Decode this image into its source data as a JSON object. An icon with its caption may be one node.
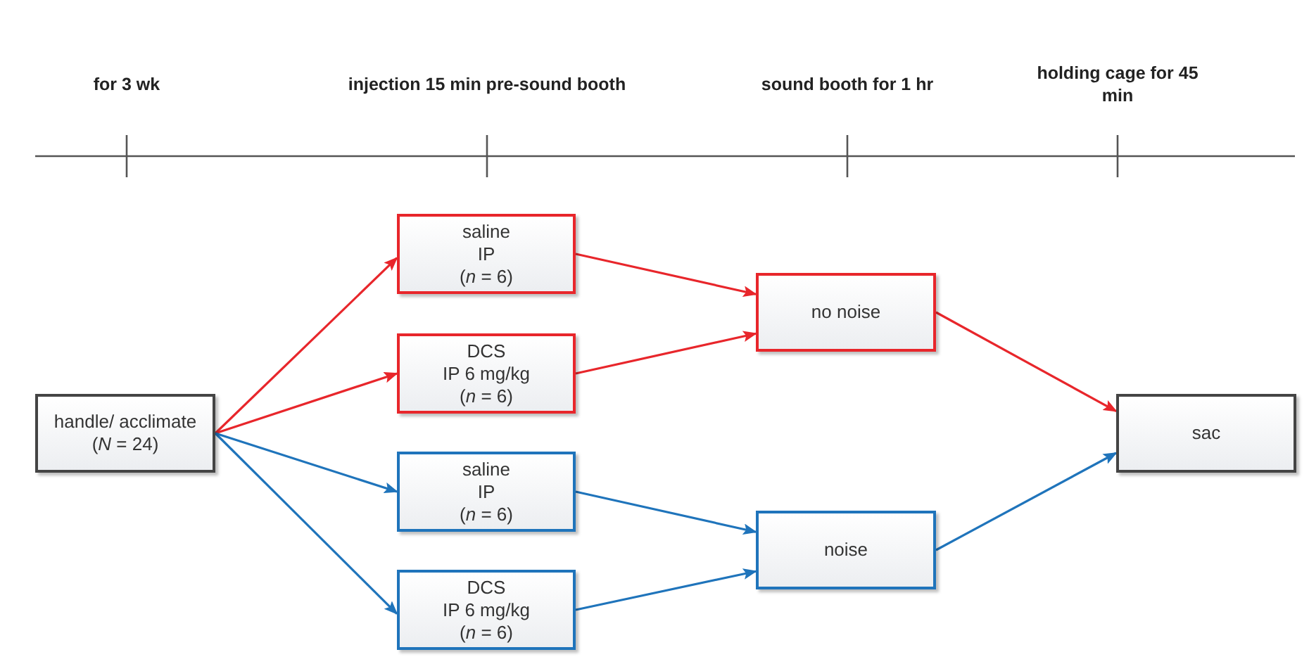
{
  "diagram": {
    "nodes": [
      {
        "text": [
          "handle/ acclimate",
          "(*N* = 24)"
        ]
      },
      {
        "text": [
          "saline",
          "IP",
          "(*n* = 6)"
        ]
      },
      {
        "text": [
          "DCS",
          "IP 6 mg/kg",
          "(*n* = 6)"
        ]
      },
      {
        "text": [
          "saline",
          "IP",
          "(*n* = 6)"
        ]
      },
      {
        "text": [
          "DCS",
          "IP 6 mg/kg",
          "(*n* = 6)"
        ]
      },
      {
        "text": [
          "no noise"
        ]
      },
      {
        "text": [
          "noise"
        ]
      },
      {
        "text": [
          "sac"
        ]
      }
    ],
    "edges": [
      {
        "from": 0,
        "to": 1,
        "arrow": "to",
        "color": "#e8262b"
      },
      {
        "from": 0,
        "to": 2,
        "arrow": "to",
        "color": "#e8262b"
      },
      {
        "from": 0,
        "to": 3,
        "arrow": "to",
        "color": "#1f74bb"
      },
      {
        "from": 0,
        "to": 4,
        "arrow": "to",
        "color": "#1f74bb"
      },
      {
        "from": 1,
        "to": 5,
        "arrow": "to",
        "color": "#e8262b"
      },
      {
        "from": 2,
        "to": 5,
        "arrow": "to",
        "color": "#e8262b"
      },
      {
        "from": 3,
        "to": 6,
        "arrow": "to",
        "color": "#1f74bb"
      },
      {
        "from": 4,
        "to": 6,
        "arrow": "to",
        "color": "#1f74bb"
      },
      {
        "from": 5,
        "to": 7,
        "arrow": "to",
        "color": "#e8262b"
      },
      {
        "from": 6,
        "to": 7,
        "arrow": "to",
        "color": "#1f74bb"
      }
    ],
    "labels": [
      "for 3 wk",
      "injection 15 min pre-sound booth",
      "sound booth for 1 hr",
      "holding cage for 45 min"
    ]
  }
}
